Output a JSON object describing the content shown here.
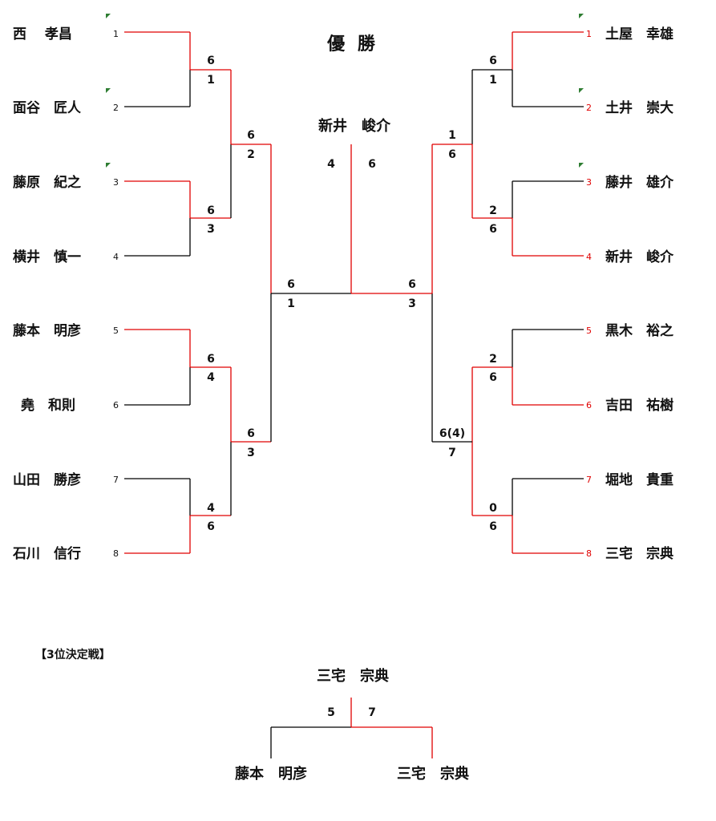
{
  "title": "優 勝",
  "champion": {
    "name": "新井　峻介",
    "score_left": "4",
    "score_right": "6"
  },
  "left": {
    "players": [
      {
        "seed": "1",
        "name": "西　 孝昌",
        "mark": true
      },
      {
        "seed": "2",
        "name": "面谷　匠人",
        "mark": true
      },
      {
        "seed": "3",
        "name": "藤原　紀之",
        "mark": true
      },
      {
        "seed": "4",
        "name": "横井　慎一",
        "mark": false
      },
      {
        "seed": "5",
        "name": "藤本　明彦",
        "mark": false
      },
      {
        "seed": "6",
        "name": "堯　和則",
        "mark": false
      },
      {
        "seed": "7",
        "name": "山田　勝彦",
        "mark": false
      },
      {
        "seed": "8",
        "name": "石川　信行",
        "mark": false
      }
    ],
    "round1": [
      {
        "top": "6",
        "bottom": "1"
      },
      {
        "top": "6",
        "bottom": "3"
      },
      {
        "top": "6",
        "bottom": "4"
      },
      {
        "top": "4",
        "bottom": "6"
      }
    ],
    "semis": [
      {
        "top": "6",
        "bottom": "2"
      },
      {
        "top": "6",
        "bottom": "3"
      }
    ],
    "final": {
      "top": "6",
      "bottom": "1"
    }
  },
  "right": {
    "players": [
      {
        "seed": "1",
        "name": "土屋　幸雄",
        "mark": true
      },
      {
        "seed": "2",
        "name": "土井　崇大",
        "mark": true
      },
      {
        "seed": "3",
        "name": "藤井　雄介",
        "mark": true
      },
      {
        "seed": "4",
        "name": "新井　峻介",
        "mark": false
      },
      {
        "seed": "5",
        "name": "黒木　裕之",
        "mark": false
      },
      {
        "seed": "6",
        "name": "吉田　祐樹",
        "mark": false
      },
      {
        "seed": "7",
        "name": "堀地　貴重",
        "mark": false
      },
      {
        "seed": "8",
        "name": "三宅　宗典",
        "mark": false
      }
    ],
    "round1": [
      {
        "top": "6",
        "bottom": "1"
      },
      {
        "top": "2",
        "bottom": "6"
      },
      {
        "top": "2",
        "bottom": "6"
      },
      {
        "top": "0",
        "bottom": "6"
      }
    ],
    "semis": [
      {
        "top": "1",
        "bottom": "6"
      },
      {
        "top": "6(4)",
        "bottom": "7"
      }
    ],
    "final": {
      "top": "6",
      "bottom": "3"
    }
  },
  "third_place": {
    "label": "【3位決定戦】",
    "winner": "三宅　宗典",
    "left_name": "藤本　明彦",
    "right_name": "三宅　宗典",
    "score_left": "5",
    "score_right": "7"
  }
}
